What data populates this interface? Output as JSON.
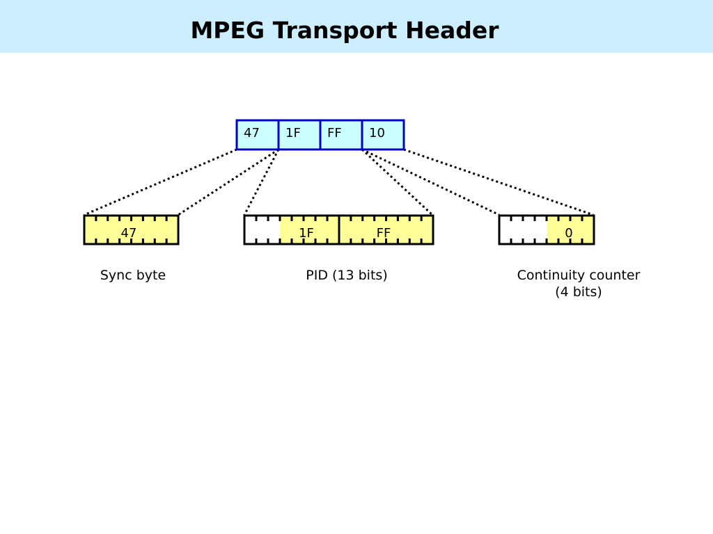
{
  "title": "MPEG Transport Header",
  "colors": {
    "title_band": "#cceeff",
    "header_fill": "#ccffff",
    "header_border": "#0000cc",
    "field_fill": "#ffff99",
    "field_border": "#000000",
    "dotted_line": "#000000"
  },
  "header_bytes": [
    {
      "value": "47"
    },
    {
      "value": "1F"
    },
    {
      "value": "FF"
    },
    {
      "value": "10"
    }
  ],
  "fields": {
    "sync": {
      "value": "47",
      "caption": [
        "Sync byte"
      ]
    },
    "pid": {
      "values": [
        "1F",
        "FF"
      ],
      "caption": [
        "PID (13 bits)"
      ]
    },
    "cc": {
      "value": "0",
      "caption": [
        "Continuity counter",
        "(4 bits)"
      ]
    }
  }
}
